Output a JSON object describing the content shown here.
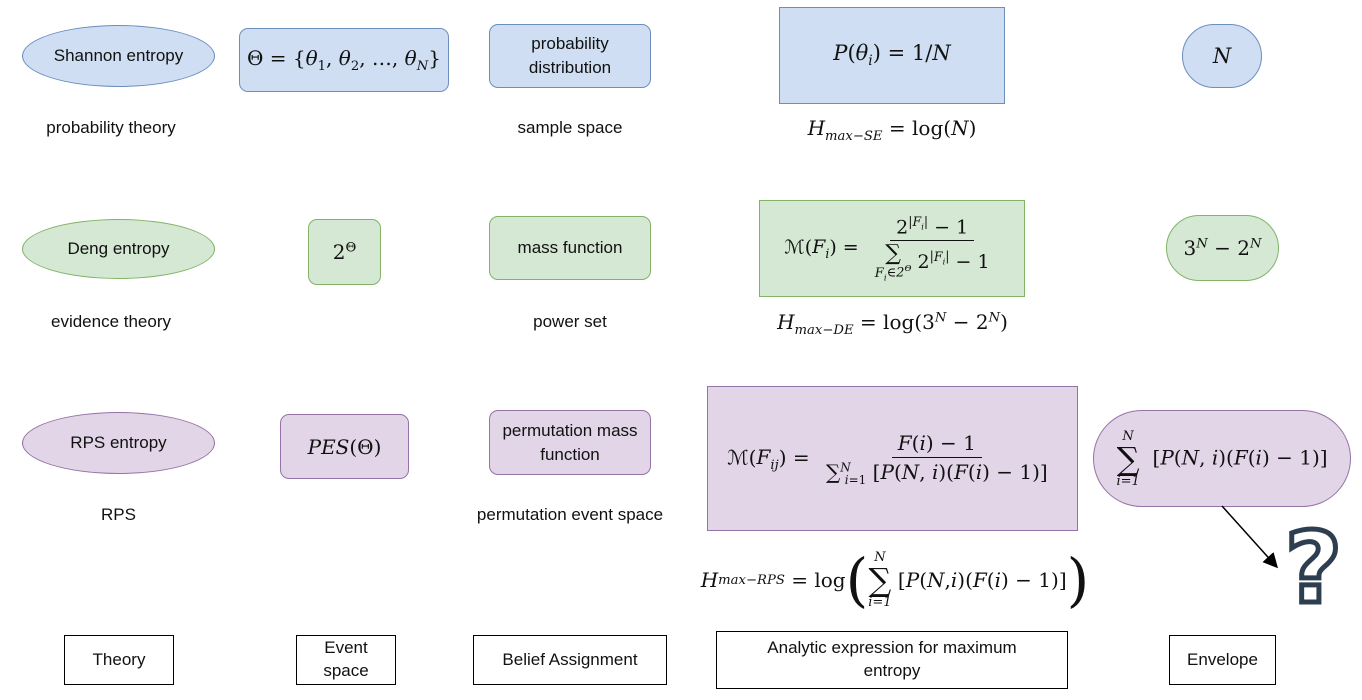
{
  "rows": {
    "shannon": {
      "entropy": "Shannon entropy",
      "theory": "probability theory",
      "belief": "probability distribution",
      "space": "sample space"
    },
    "deng": {
      "entropy": "Deng entropy",
      "theory": "evidence theory",
      "belief": "mass function",
      "space": "power set"
    },
    "rps": {
      "entropy": "RPS entropy",
      "theory": "RPS",
      "belief": "permutation mass function",
      "space": "permutation event space"
    }
  },
  "formulas": {
    "shannon_event": "Θ = {θ1, θ2, …, θN}",
    "shannon_assign": "P(θi) = 1/N",
    "shannon_max": "Hmax−SE = log(N)",
    "shannon_env": "N",
    "deng_event": "2^Θ",
    "deng_assign": "M(Fi) = (2^|Fi| − 1) / Σ_{Fi∈2^Θ} 2^|Fi| − 1",
    "deng_max": "Hmax−DE = log(3^N − 2^N)",
    "deng_env": "3^N − 2^N",
    "rps_event": "PES(Θ)",
    "rps_assign": "M(Fij) = (F(i) − 1) / Σ_{i=1}^N [P(N,i)(F(i) − 1)]",
    "rps_max": "Hmax−RPS = log( Σ_{i=1}^N [P(N,i)(F(i) − 1)] )",
    "rps_env": "Σ_{i=1}^N [P(N,i)(F(i) − 1)]",
    "unknown": "?"
  },
  "footer": {
    "theory": "Theory",
    "event_space": "Event space",
    "belief": "Belief Assignment",
    "analytic": "Analytic expression for maximum entropy",
    "envelope": "Envelope"
  },
  "colors": {
    "shannon_fill": "#cfdef3",
    "shannon_stroke": "#6c8ebf",
    "deng_fill": "#d5e8d4",
    "deng_stroke": "#82b366",
    "rps_fill": "#e1d5e7",
    "rps_stroke": "#9673a6"
  }
}
